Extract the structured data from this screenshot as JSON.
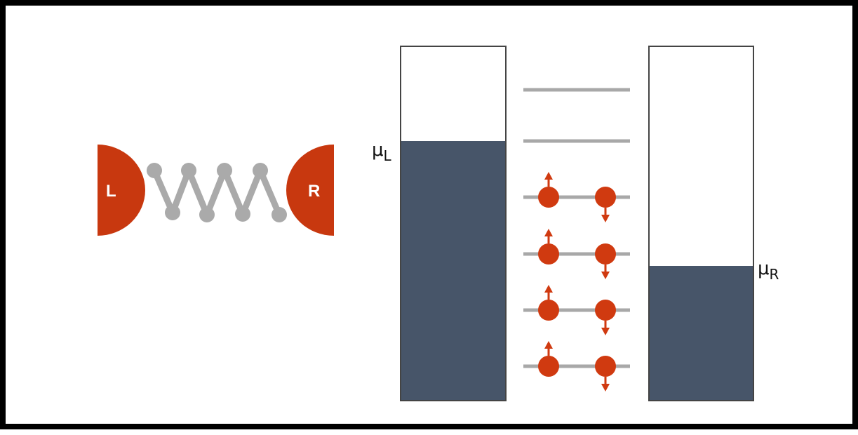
{
  "colors": {
    "electrode": "#c8380f",
    "chain": "#aaaaaa",
    "filled_band": "#475569",
    "level": "#a8a8a8",
    "electron": "#d03a10",
    "outline": "#333333"
  },
  "molecule": {
    "left_electrode_label": "L",
    "right_electrode_label": "R"
  },
  "energy_diagram": {
    "left_lead": {
      "label": "μ",
      "subscript": "L",
      "fill_fraction": 0.73
    },
    "right_lead": {
      "label": "μ",
      "subscript": "R",
      "fill_fraction": 0.38
    },
    "empty_levels": 2,
    "occupied_levels": 4
  }
}
